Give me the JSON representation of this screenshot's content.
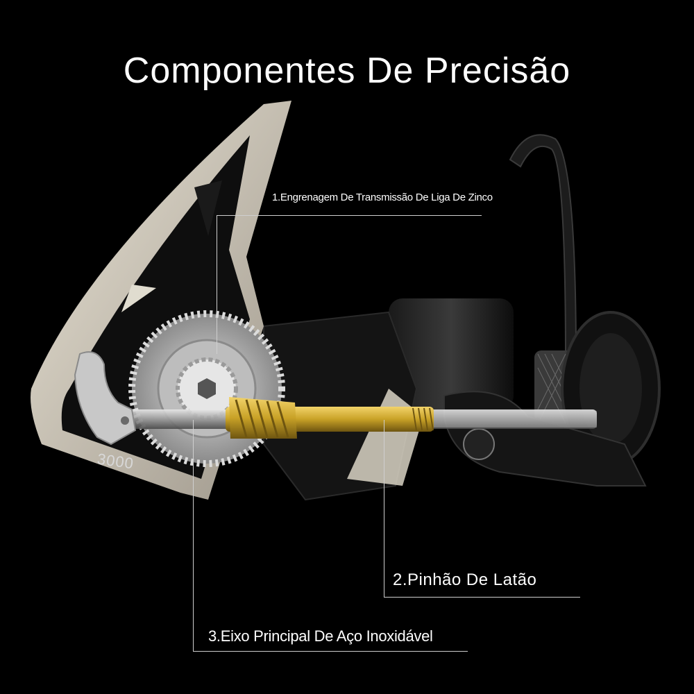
{
  "title": "Componentes De Precisão",
  "callouts": {
    "gear": "1.Engrenagem De Transmissão De Liga De Zinco",
    "pinion": "2.Pinhão De Latão",
    "shaft": "3.Eixo Principal De Aço Inoxidável"
  },
  "reel": {
    "model": "3000"
  },
  "colors": {
    "background": "#000000",
    "text": "#ffffff",
    "brass": "#c9a227",
    "steel": "#b8b8b8",
    "frame": "#d9d3c4"
  }
}
